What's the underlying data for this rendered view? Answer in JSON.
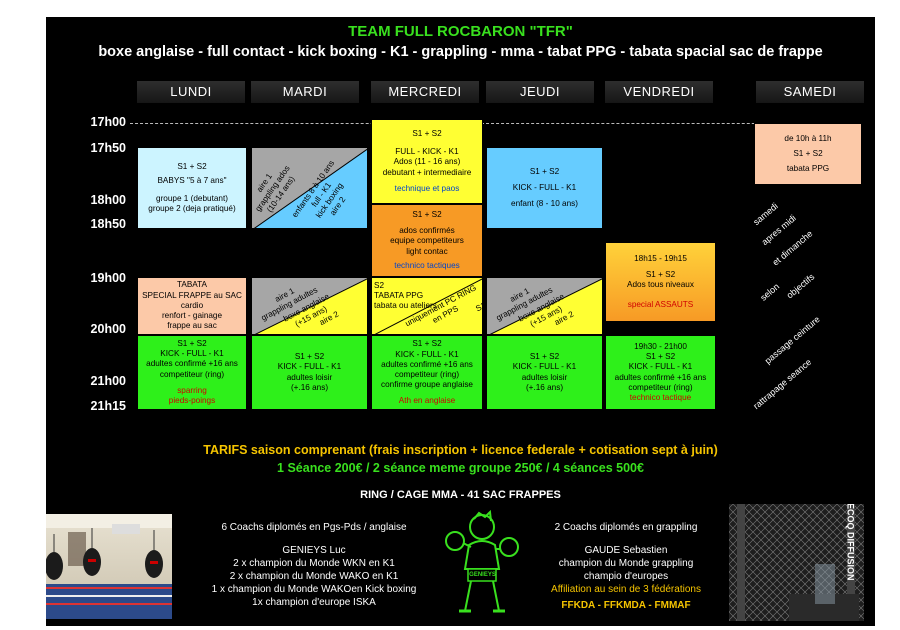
{
  "header": {
    "title": "TEAM FULL ROCBARON  \"TFR\"",
    "subtitle": "boxe anglaise - full contact - kick boxing - K1 - grappling - mma - tabat PPG - tabata spacial sac de frappe"
  },
  "days": [
    "LUNDI",
    "MARDI",
    "MERCREDI",
    "JEUDI",
    "VENDREDI",
    "SAMEDI"
  ],
  "times": [
    "17h00",
    "17h50",
    "18h00",
    "18h50",
    "19h00",
    "20h00",
    "21h00",
    "21h15"
  ],
  "schedule": {
    "lundi": {
      "babys": [
        "S1 + S2",
        "BABYS \"5 à 7 ans\"",
        "groupe 1 (debutant)",
        "groupe 2 (deja pratiqué)"
      ],
      "tabata": [
        "TABATA",
        "SPECIAL FRAPPE au SAC",
        "cardio",
        "renfort - gainage",
        "frappe au sac"
      ],
      "adultes": [
        "S1 + S2",
        "KICK - FULL - K1",
        "adultes confirmé +16 ans",
        "competiteur (ring)"
      ],
      "adultes_red": [
        "sparring",
        "pieds-poings"
      ]
    },
    "mardi": {
      "top_left": [
        "aire 1",
        "grappling ados",
        "(10-14 ans)"
      ],
      "top_right": [
        "enfants 8 à 10 ans",
        "full - K1",
        "kick boxing",
        "aire 2"
      ],
      "mid_left": [
        "aire 1",
        "grappling adultes"
      ],
      "mid_right": [
        "boxe anglaise",
        "(+15 ans)",
        "aire 2"
      ],
      "adultes": [
        "S1 + S2",
        "KICK - FULL - K1",
        "adultes loisir",
        "(+.16 ans)"
      ]
    },
    "mercredi": {
      "full": [
        "S1 + S2",
        "FULL - KICK - K1",
        "Ados (11 - 16 ans)",
        "debutant + intermediaire"
      ],
      "full_blue": "technique et paos",
      "ados": [
        "S1 + S2",
        "ados confirmés",
        "equipe competiteurs",
        "light contac"
      ],
      "ados_blue": "technico tactiques",
      "ppg_left": [
        "S2",
        "TABATA PPG",
        "tabata ou ateliers"
      ],
      "ppg_right": [
        "uniquement PC RING",
        "en PPS",
        "S1"
      ],
      "adultes": [
        "S1 + S2",
        "KICK - FULL - K1",
        "adultes confirmé +16 ans",
        "competiteur (ring)",
        "confirme groupe anglaise"
      ],
      "adultes_red": "Ath en anglaise"
    },
    "jeudi": {
      "kick": [
        "S1 + S2",
        "KICK - FULL - K1",
        "enfant (8 - 10 ans)"
      ],
      "mid_left": [
        "aire 1",
        "grappling adultes"
      ],
      "mid_right": [
        "boxe anglaise",
        "(+15 ans)",
        "aire 2"
      ],
      "adultes": [
        "S1 + S2",
        "KICK - FULL - K1",
        "adultes loisir",
        "(+.16 ans)"
      ]
    },
    "vendredi": {
      "ados": [
        "18h15 - 19h15",
        "S1 + S2",
        "Ados tous niveaux"
      ],
      "ados_red": "special ASSAUTS",
      "adultes": [
        "19h30 - 21h00",
        "S1 + S2",
        "KICK - FULL - K1",
        "adultes confirmé +16 ans",
        "competiteur (ring)"
      ],
      "adultes_red": "technico tactique"
    },
    "samedi": {
      "ppg": [
        "de 10h à 11h",
        "S1 + S2",
        "tabata PPG"
      ],
      "notes": [
        "samedi",
        "apres midi",
        "et dimanche",
        "selon",
        "objectifs",
        "passage ceinture",
        "rattrapage seance"
      ]
    }
  },
  "tarifs": {
    "line1": "TARIFS saison comprenant (frais inscription + licence federale + cotisation sept à juin)",
    "line2": "1 Séance 200€ / 2 séance meme groupe 250€ / 4 séances 500€"
  },
  "equipment": "RING / CAGE MMA - 41 SAC FRAPPES",
  "coaches_left": {
    "title": "6 Coachs diplomés en Pgs-Pds  / anglaise",
    "name": "GENIEYS Luc",
    "titles": [
      "2 x champion du Monde WKN en K1",
      "2 x champion du Monde WAKO en K1",
      "1 x champion du Monde WAKOen Kick boxing",
      "1x champion d'europe ISKA"
    ]
  },
  "coaches_right": {
    "title": "2 Coachs diplomés en grappling",
    "name": "GAUDE Sebastien",
    "titles": [
      "champion du Monde grappling",
      "champio d'europes"
    ],
    "affiliation": "Affiliation au sein de 3 fédérations",
    "federations": "FFKDA - FFKMDA - FMMAF"
  },
  "logo_text": "GENIEYS",
  "cage_text": "LECOQ DIFFUSION",
  "colors": {
    "green_title": "#39e01e",
    "babys": "#ccf4ff",
    "tabata": "#fcc9a8",
    "green_block": "#2ef01a",
    "yellow_block": "#ffff33",
    "orange_block": "#f79a25",
    "grey_block": "#a6a6a6",
    "kick_blue": "#66ccff",
    "tarif_yellow": "#f5c400"
  }
}
